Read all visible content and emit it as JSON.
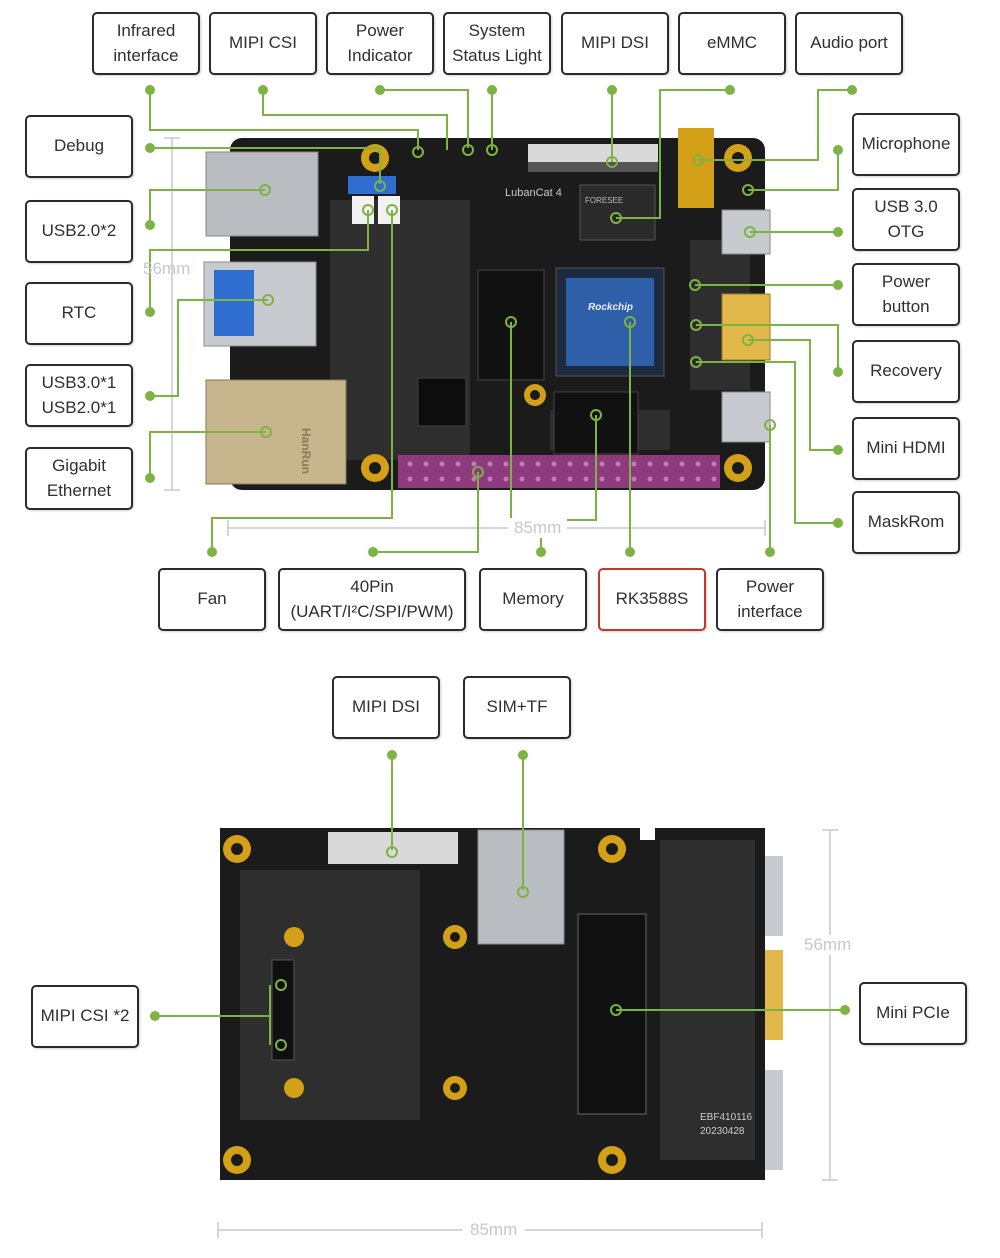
{
  "colors": {
    "wire": "#7cb342",
    "pcb": "#1a1a1a",
    "gold": "#d4a017",
    "header": "#8e3a7e",
    "highlight_border": "#c0392b",
    "dimension": "#c8c8c8"
  },
  "front": {
    "top_labels": [
      "Infrared interface",
      "MIPI CSI",
      "Power Indicator",
      "System Status Light",
      "MIPI DSI",
      "eMMC",
      "Audio port"
    ],
    "left_labels": [
      "Debug",
      "USB2.0*2",
      "RTC",
      "USB3.0*1 USB2.0*1",
      "Gigabit Ethernet"
    ],
    "right_labels": [
      "Microphone",
      "USB 3.0 OTG",
      "Power button",
      "Recovery",
      "Mini HDMI",
      "MaskRom"
    ],
    "bottom_labels": [
      "Fan",
      "40Pin (UART/I²C/SPI/PWM)",
      "Memory",
      "RK3588S",
      "Power interface"
    ],
    "highlighted": "RK3588S",
    "dim_height": "56mm",
    "dim_width": "85mm",
    "board_text": {
      "model": "LubanCat 4",
      "soc_brand": "Rockchip",
      "ram_brand": "FORESEE",
      "eth_brand": "HanRun"
    }
  },
  "back": {
    "top_labels": [
      "MIPI DSI",
      "SIM+TF"
    ],
    "left_labels": [
      "MIPI CSI *2"
    ],
    "right_labels": [
      "Mini PCIe"
    ],
    "dim_height": "56mm",
    "dim_width": "85mm",
    "board_text": {
      "code": "EBF410116",
      "date": "20230428"
    }
  }
}
